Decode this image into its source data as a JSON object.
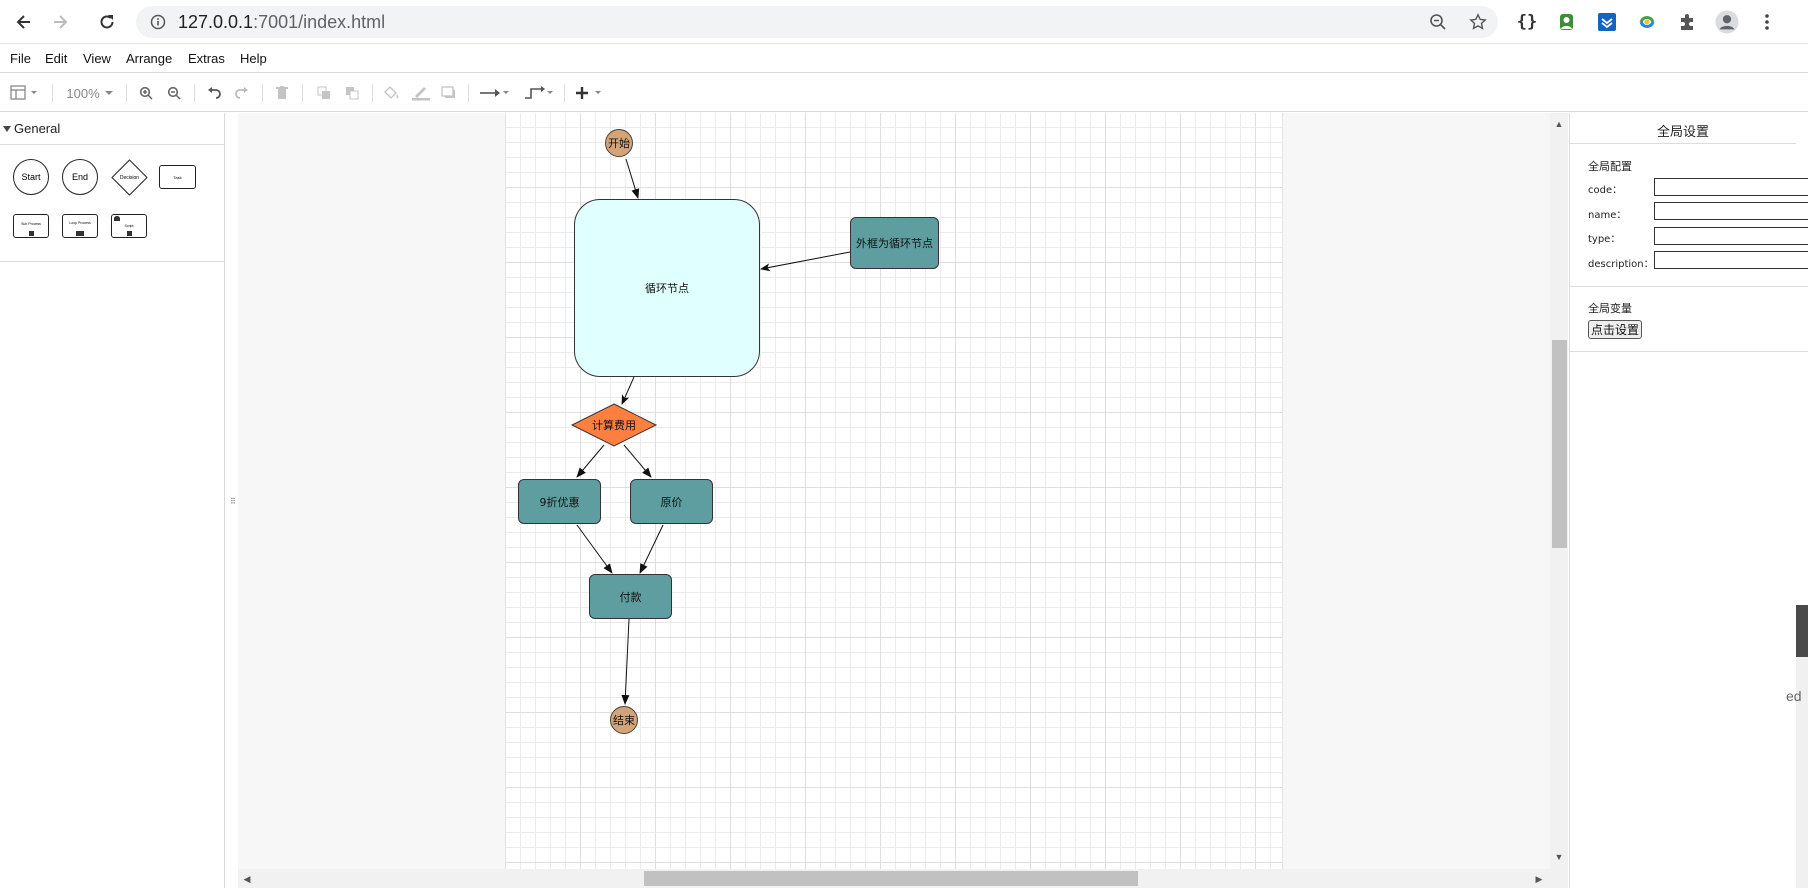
{
  "browser": {
    "url_host": "127.0.0.1",
    "url_path": ":7001/index.html"
  },
  "menu": {
    "items": [
      "File",
      "Edit",
      "View",
      "Arrange",
      "Extras",
      "Help"
    ]
  },
  "toolbar": {
    "zoom": "100%"
  },
  "sidebar": {
    "title": "General",
    "shapes": [
      "Start",
      "End",
      "Decision",
      "Task",
      "Sub Process",
      "Loop Process",
      "Script"
    ]
  },
  "diagram": {
    "nodes": {
      "start": "开始",
      "loop": "循环节点",
      "outer": "外框为循环节点",
      "decision": "计算费用",
      "discount": "9折优惠",
      "original": "原价",
      "pay": "付款",
      "end": "结束"
    }
  },
  "panel": {
    "title": "全局设置",
    "config_section": "全局配置",
    "fields": {
      "code": "code：",
      "name": "name：",
      "type": "type：",
      "description": "description："
    },
    "variables_section": "全局变量",
    "set_button": "点击设置"
  },
  "colors": {
    "round": "#d3a477",
    "task": "#5f9ea0",
    "loop": "#e0ffff",
    "decision": "#ff7f3f"
  },
  "fragment": "ed"
}
